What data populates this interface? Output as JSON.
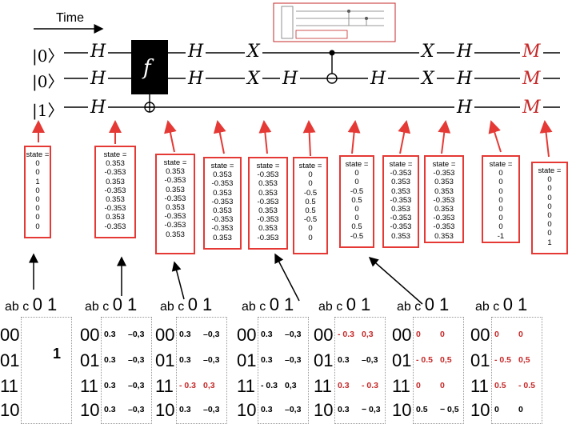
{
  "time_label": "Time",
  "kets": [
    "|0〉",
    "|0〉",
    "|1〉"
  ],
  "gates": {
    "H": "H",
    "f": "f",
    "X": "X",
    "M": "M"
  },
  "states": [
    {
      "label": "state =",
      "values": [
        "0",
        "0",
        "1",
        "0",
        "0",
        "0",
        "0",
        "0"
      ]
    },
    {
      "label": "state =",
      "values": [
        "0.353",
        "-0.353",
        "0.353",
        "-0.353",
        "0.353",
        "-0.353",
        "0.353",
        "-0.353"
      ]
    },
    {
      "label": "state =",
      "values": [
        "0.353",
        "-0.353",
        "0.353",
        "-0.353",
        "0.353",
        "-0.353",
        "-0.353",
        "0.353"
      ]
    },
    {
      "label": "state =",
      "values": [
        "0.353",
        "-0.353",
        "0.353",
        "-0.353",
        "0.353",
        "-0.353",
        "-0.353",
        "0.353"
      ]
    },
    {
      "label": "state =",
      "values": [
        "-0.353",
        "0.353",
        "0.353",
        "-0.353",
        "0.353",
        "-0.353",
        "0.353",
        "-0.353"
      ]
    },
    {
      "label": "state =",
      "values": [
        "0",
        "0",
        "-0.5",
        "0.5",
        "0.5",
        "-0.5",
        "0",
        "0"
      ]
    },
    {
      "label": "state =",
      "values": [
        "0",
        "0",
        "-0.5",
        "0.5",
        "0",
        "0",
        "0.5",
        "-0.5"
      ]
    },
    {
      "label": "state =",
      "values": [
        "-0.353",
        "0.353",
        "0.353",
        "-0.353",
        "0.353",
        "-0.353",
        "-0.353",
        "0.353"
      ]
    },
    {
      "label": "state =",
      "values": [
        "-0.353",
        "0.353",
        "0.353",
        "-0.353",
        "0.353",
        "-0.353",
        "-0.353",
        "0.353"
      ]
    },
    {
      "label": "state =",
      "values": [
        "0",
        "0",
        "0",
        "0",
        "0",
        "0",
        "0",
        "-1"
      ]
    },
    {
      "label": "state =",
      "values": [
        "0",
        "0",
        "0",
        "0",
        "0",
        "0",
        "0",
        "1"
      ]
    }
  ],
  "tables": [
    {
      "header": [
        "ab c",
        "0",
        "1"
      ],
      "rows": [
        "00",
        "01",
        "11",
        "10"
      ],
      "cells": [
        [
          "",
          ""
        ],
        [
          "",
          "1"
        ],
        [
          "",
          ""
        ],
        [
          "",
          ""
        ]
      ],
      "red": []
    },
    {
      "header": [
        "ab c",
        "0",
        "1"
      ],
      "rows": [
        "00",
        "01",
        "11",
        "10"
      ],
      "cells": [
        [
          "0.3",
          "–0,3"
        ],
        [
          "0.3",
          "–0,3"
        ],
        [
          "0.3",
          "–0,3"
        ],
        [
          "0.3",
          "–0,3"
        ]
      ],
      "red": []
    },
    {
      "header": [
        "ab c",
        "0",
        "1"
      ],
      "rows": [
        "00",
        "01",
        "11",
        "10"
      ],
      "cells": [
        [
          "0.3",
          "–0,3"
        ],
        [
          "0.3",
          "–0,3"
        ],
        [
          "- 0.3",
          "0,3"
        ],
        [
          "0.3",
          "–0,3"
        ]
      ],
      "red": [
        [
          2,
          0
        ],
        [
          2,
          1
        ]
      ]
    },
    {
      "header": [
        "ab c",
        "0",
        "1"
      ],
      "rows": [
        "00",
        "01",
        "11",
        "10"
      ],
      "cells": [
        [
          "0.3",
          "–0,3"
        ],
        [
          "0.3",
          "–0,3"
        ],
        [
          "- 0.3",
          "0,3"
        ],
        [
          "0.3",
          "–0,3"
        ]
      ],
      "red": []
    },
    {
      "header": [
        "ab c",
        "0",
        "1"
      ],
      "rows": [
        "00",
        "01",
        "11",
        "10"
      ],
      "cells": [
        [
          "- 0.3",
          "0,3"
        ],
        [
          "0.3",
          "–0,3"
        ],
        [
          "0.3",
          "- 0.3"
        ],
        [
          "0.3",
          "− 0,3"
        ]
      ],
      "red": [
        [
          0,
          0
        ],
        [
          0,
          1
        ],
        [
          2,
          0
        ],
        [
          2,
          1
        ]
      ]
    },
    {
      "header": [
        "ab c",
        "0",
        "1"
      ],
      "rows": [
        "00",
        "01",
        "11",
        "10"
      ],
      "cells": [
        [
          "0",
          "0"
        ],
        [
          "- 0.5",
          "0,5"
        ],
        [
          "0",
          "0"
        ],
        [
          "0.5",
          "− 0,5"
        ]
      ],
      "red": [
        [
          0,
          0
        ],
        [
          0,
          1
        ],
        [
          1,
          0
        ],
        [
          1,
          1
        ],
        [
          2,
          0
        ],
        [
          2,
          1
        ]
      ]
    },
    {
      "header": [
        "ab c",
        "0",
        "1"
      ],
      "rows": [
        "00",
        "01",
        "11",
        "10"
      ],
      "cells": [
        [
          "0",
          "0"
        ],
        [
          "- 0.5",
          "0,5"
        ],
        [
          "0.5",
          "- 0.5"
        ],
        [
          "0",
          "0"
        ]
      ],
      "red": [
        [
          0,
          0
        ],
        [
          0,
          1
        ],
        [
          1,
          0
        ],
        [
          1,
          1
        ],
        [
          2,
          0
        ],
        [
          2,
          1
        ]
      ]
    }
  ]
}
